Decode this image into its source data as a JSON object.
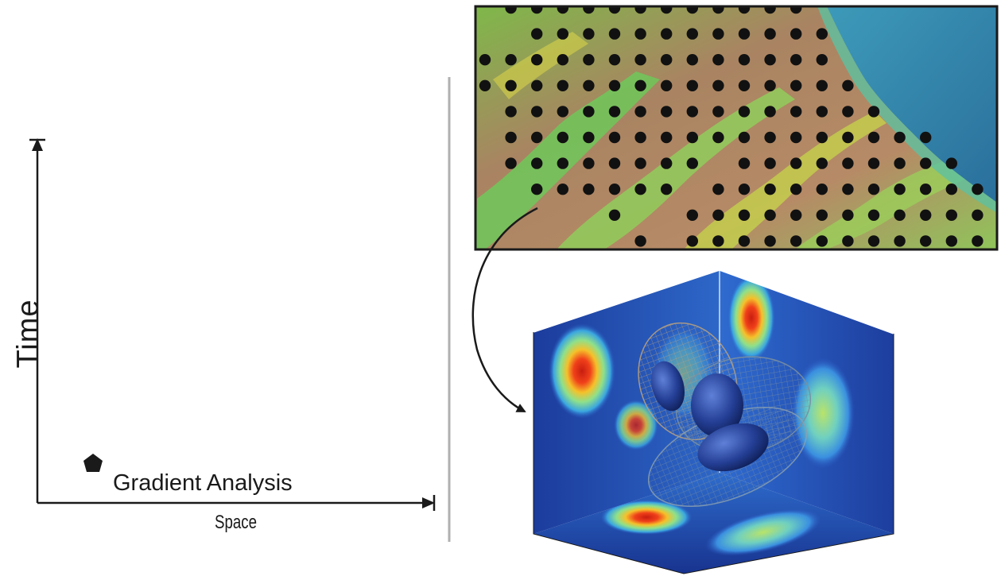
{
  "axes": {
    "y_label": "Time",
    "x_label": "Space"
  },
  "annotation": {
    "label": "Gradient Analysis",
    "marker_icon": "pentagon-marker-icon"
  },
  "colors": {
    "axis": "#1a1a1a",
    "divider": "#b0b0b0",
    "map_water": "#2f7fa8",
    "map_lowland": "#5fc46a",
    "map_highland": "#b07a5a",
    "sample_dot": "#111111",
    "volume_bg": "#1e3fa0",
    "volume_hot": "#e22a1a"
  },
  "icons": [
    "arrow-head-icon",
    "pentagon-marker-icon",
    "sample-dot-icon",
    "curved-arrow-icon"
  ]
}
